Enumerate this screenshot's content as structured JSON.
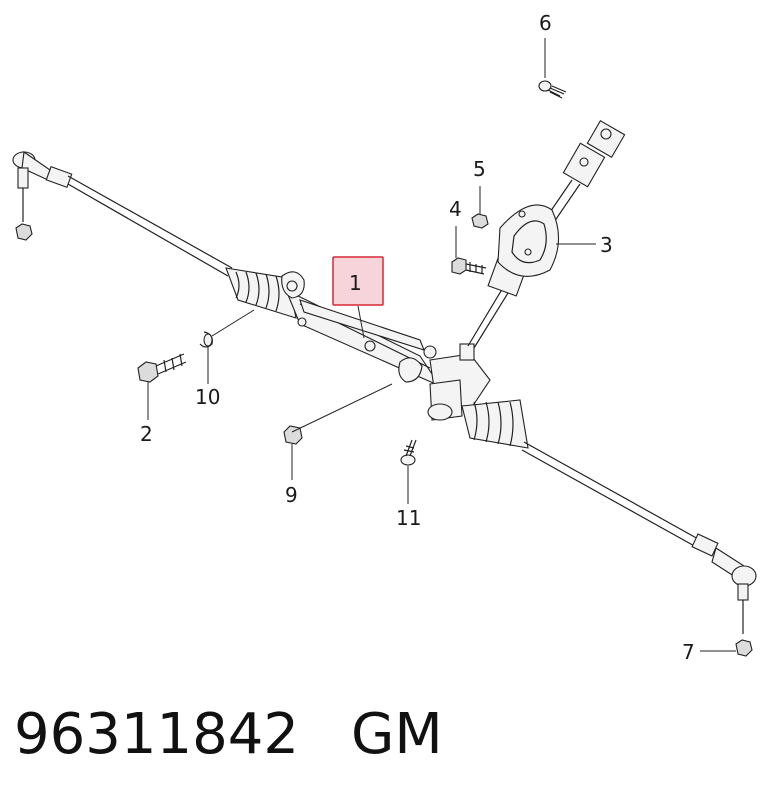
{
  "diagram": {
    "highlight_color": "#f7d4d9",
    "highlight_border": "#d62839",
    "callouts": [
      {
        "id": "1",
        "label": "1"
      },
      {
        "id": "2",
        "label": "2"
      },
      {
        "id": "3",
        "label": "3"
      },
      {
        "id": "4",
        "label": "4"
      },
      {
        "id": "5",
        "label": "5"
      },
      {
        "id": "6",
        "label": "6"
      },
      {
        "id": "7",
        "label": "7"
      },
      {
        "id": "9",
        "label": "9"
      },
      {
        "id": "10",
        "label": "10"
      },
      {
        "id": "11",
        "label": "11"
      }
    ]
  },
  "footer": {
    "part_number": "96311842",
    "brand": "GM"
  }
}
